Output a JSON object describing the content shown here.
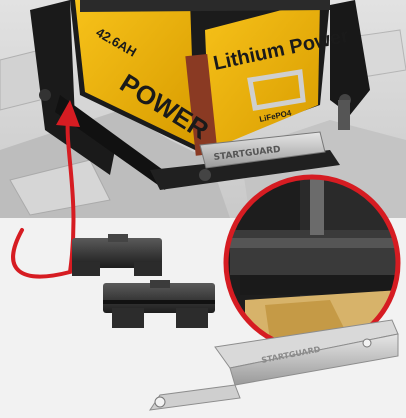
{
  "battery": {
    "brand_lines": [
      "Lithium Power",
      "POWER"
    ],
    "side_text": "42.6AH",
    "front_badge": "STARTGUARD",
    "small_text": "LiFePO4"
  },
  "bracket": {
    "imprint": "STARTGUARD"
  },
  "colors": {
    "background": "#f2f2f2",
    "photo_bg": "#cfcfcf",
    "battery_yellow": "#f0b400",
    "battery_black": "#1a1a1a",
    "accent_red": "#d61c22",
    "steel": "#bdbdbd"
  },
  "callouts": {
    "arrow": "curved-red-arrow",
    "zoom": "red-ring-magnifier"
  }
}
